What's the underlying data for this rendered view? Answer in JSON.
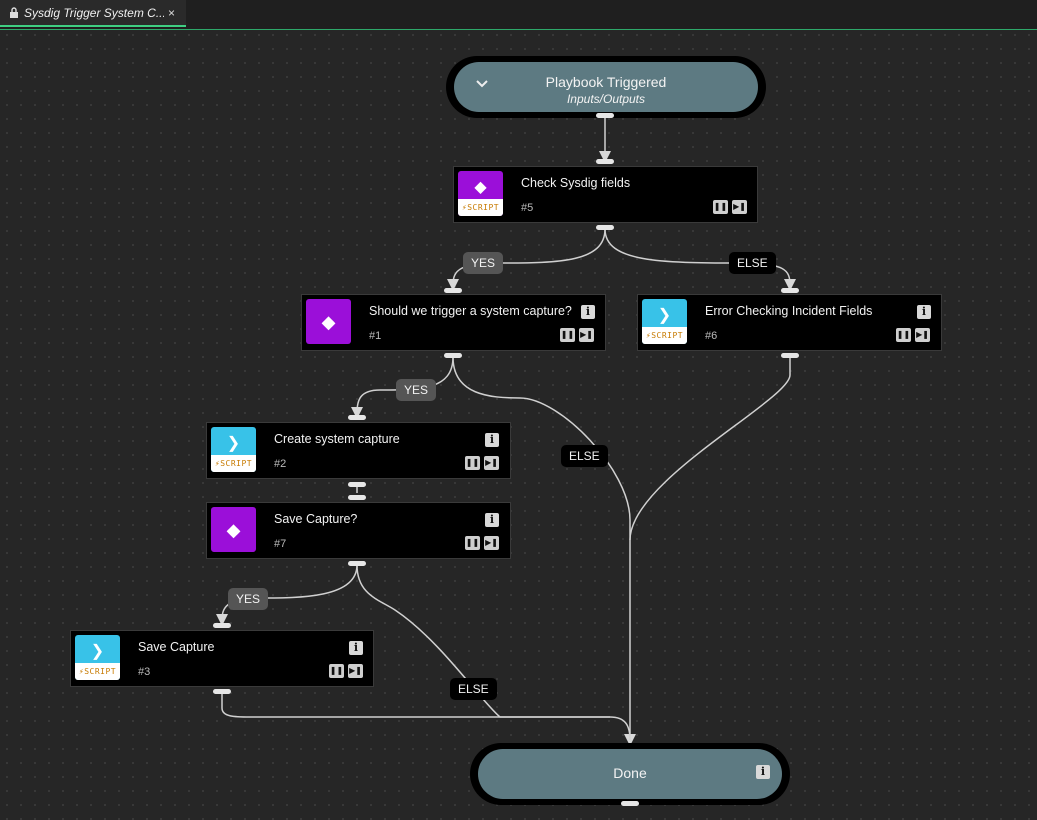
{
  "tab": {
    "title": "Sysdig Trigger System C...",
    "close": "×"
  },
  "start": {
    "title": "Playbook Triggered",
    "subtitle": "Inputs/Outputs"
  },
  "tasks": [
    {
      "title": "Check Sysdig fields",
      "id": "#5"
    },
    {
      "title": "Should we trigger a system capture?",
      "id": "#1"
    },
    {
      "title": "Error Checking Incident Fields",
      "id": "#6"
    },
    {
      "title": "Create system capture",
      "id": "#2"
    },
    {
      "title": "Save Capture?",
      "id": "#7"
    },
    {
      "title": "Save Capture",
      "id": "#3"
    }
  ],
  "end": {
    "title": "Done"
  },
  "icons": {
    "script_band": "SCRIPT",
    "info": "i",
    "pause": "❚❚",
    "skip": "▶❚"
  },
  "edge_labels": {
    "yes": "YES",
    "else": "ELSE"
  }
}
